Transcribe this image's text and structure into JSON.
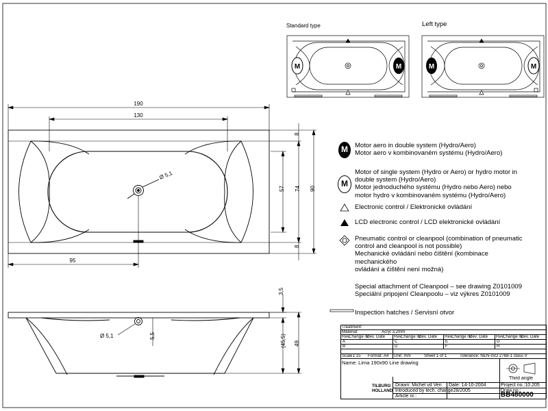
{
  "variants": {
    "standard_label": "Standard type",
    "left_label": "Left type",
    "motor_letter": "M"
  },
  "top_view": {
    "dim_length": "190",
    "dim_inner": "130",
    "dim_drain_offset": "95",
    "dim_8_top": "8",
    "dim_57": "57",
    "dim_74": "74",
    "dim_90": "90",
    "dim_8_bottom": "8",
    "drain_label": "Ø 5,1"
  },
  "side_view": {
    "dim_3_5": "3,5",
    "dim_5_5": "5,5",
    "dim_45_5": "(45,5)",
    "dim_49": "49",
    "drain_label": "Ø 5,1"
  },
  "legend": {
    "motor_double": [
      "Motor aero in double system (Hydro/Aero)",
      "Motor aero v kombinovaném systému (Hydro/Aero)"
    ],
    "motor_single": [
      "Motor of single system (Hydro or Aero) or hydro motor in",
      "double system (Hydro/Aero)",
      "Motor jednoduchého systému (Hydro nebo Aero) nebo",
      "motor hydro v kombinovaném systému (Hydro/Aero)"
    ],
    "electronic": "Electronic control / Elektronické ovládání",
    "lcd": "LCD electronic control / LCD elektronické ovládání",
    "pneumatic": [
      "Pneumatic control or cleanpool (combination of pneumatic",
      "control and cleanpool is not possible)",
      "Mechanické ovládání nebo čištění (kombinace",
      "mechanického",
      "ovládání a čištění není možná)"
    ],
    "special": [
      "Special attachment of Cleanpool – see drawing Z0101009",
      "Speciální pripojení Cleanpoolu – viz výkres Z0101009"
    ],
    "hatches": "Inspection hatches / Servisní otvor"
  },
  "title_block": {
    "treatment": "Treatment:",
    "material_label": "Material:",
    "material_value": "Acryl 3,2mm",
    "rev_headers": [
      "Rev.",
      "Change no",
      "Dev.",
      "Date"
    ],
    "rev_letters": [
      "A",
      "B",
      "C",
      "D",
      "E",
      "F",
      "G",
      "H"
    ],
    "scale": "Scale1:15",
    "format": "Format: A4",
    "unit": "Unit: mm",
    "sheet": "Sheet 1 of 1",
    "tolerance": "Tolerance: NEN-ISO 2768-1 class V",
    "name": "Name: Lima 190x90   Line drawing",
    "projection": "Third angle",
    "company": [
      "TILBURG",
      "HOLLAND"
    ],
    "drawn": "Drawn: Michel vd Ven",
    "date": "Date: 14-10-2004",
    "introduced": "Introduced by tech. change28/2005",
    "article": "Article nr.:",
    "project": "Project no.:10.205",
    "drawing_no_label": "Draw.no.:",
    "drawing_no": "BB480000"
  }
}
